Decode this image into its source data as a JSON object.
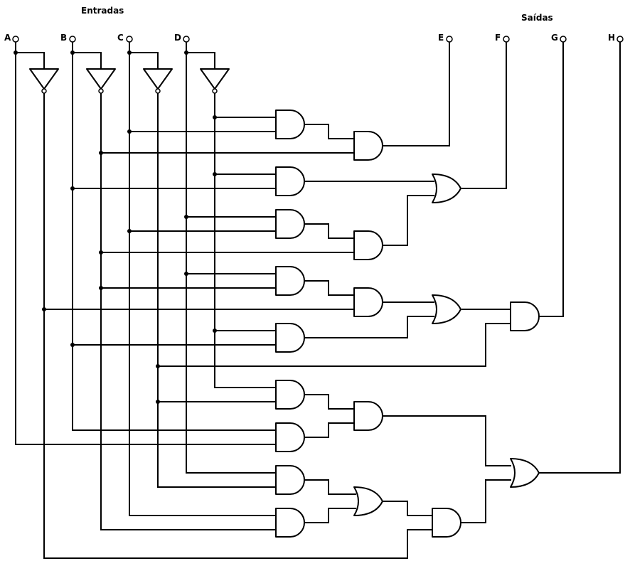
{
  "titles": {
    "inputs": "Entradas",
    "outputs": "Saídas"
  },
  "inputs": [
    "A",
    "B",
    "C",
    "D"
  ],
  "outputs": [
    "E",
    "F",
    "G",
    "H"
  ]
}
